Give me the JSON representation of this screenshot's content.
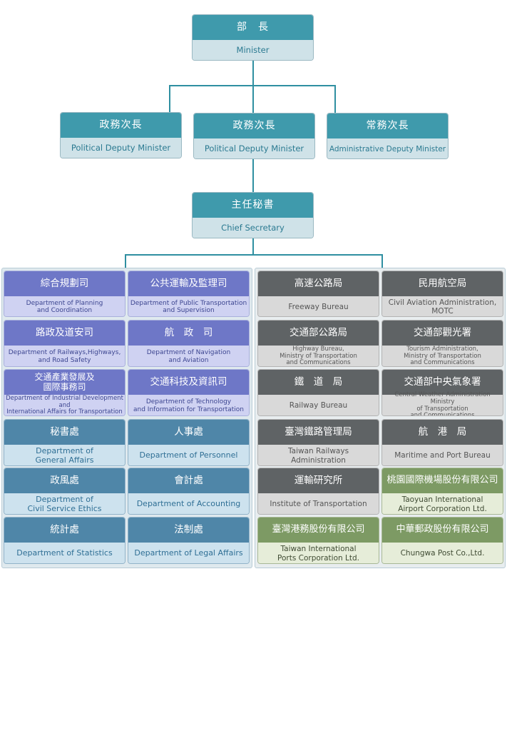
{
  "leadership": {
    "minister": {
      "zh": "部　長",
      "en": "Minister"
    },
    "deputy_1": {
      "zh": "政務次長",
      "en": "Political Deputy Minister"
    },
    "deputy_2": {
      "zh": "政務次長",
      "en": "Political Deputy Minister"
    },
    "admin_deputy": {
      "zh": "常務次長",
      "en": "Administrative Deputy Minister"
    },
    "chief_secretary": {
      "zh": "主任秘書",
      "en": "Chief Secretary"
    }
  },
  "departments": [
    {
      "zh": "綜合規劃司",
      "en": "Department of Planning\nand Coordination",
      "style": "purple"
    },
    {
      "zh": "公共運輸及監理司",
      "en": "Department of Public Transportation\nand Supervision",
      "style": "purple"
    },
    {
      "zh": "路政及道安司",
      "en": "Department of Railways,Highways,\nand Road Safety",
      "style": "purple"
    },
    {
      "zh": "航　政　司",
      "en": "Department of Navigation\nand Aviation",
      "style": "purple"
    },
    {
      "zh": "交通產業發展及\n國際事務司",
      "en": "Department of Industrial Development\nand\nInternational Affairs for Transportation",
      "style": "purple"
    },
    {
      "zh": "交通科技及資訊司",
      "en": "Department of Technology\nand Information for Transportation",
      "style": "purple"
    },
    {
      "zh": "秘書處",
      "en": "Department of\nGeneral Affairs",
      "style": "blue"
    },
    {
      "zh": "人事處",
      "en": "Department of Personnel",
      "style": "blue"
    },
    {
      "zh": "政風處",
      "en": "Department of\nCivil Service Ethics",
      "style": "blue"
    },
    {
      "zh": "會計處",
      "en": "Department of Accounting",
      "style": "blue"
    },
    {
      "zh": "統計處",
      "en": "Department of Statistics",
      "style": "blue"
    },
    {
      "zh": "法制處",
      "en": "Department of Legal Affairs",
      "style": "blue"
    }
  ],
  "agencies": [
    {
      "zh": "高速公路局",
      "en": "Freeway Bureau",
      "style": "gray"
    },
    {
      "zh": "民用航空局",
      "en": "Civil Aviation Administration,\nMOTC",
      "style": "gray"
    },
    {
      "zh": "交通部公路局",
      "en": "Highway Bureau,\nMinistry of Transportation\nand Communications",
      "style": "gray"
    },
    {
      "zh": "交通部觀光署",
      "en": "Tourism Administration,\nMinistry of Transportation\nand Communications",
      "style": "gray"
    },
    {
      "zh": "鐵　道　局",
      "en": "Railway Bureau",
      "style": "gray"
    },
    {
      "zh": "交通部中央氣象署",
      "en": "Central Weather Administration Ministry\nof Transportation\nand Communications",
      "style": "gray"
    },
    {
      "zh": "臺灣鐵路管理局",
      "en": "Taiwan Railways Administration",
      "style": "gray"
    },
    {
      "zh": "航　港　局",
      "en": "Maritime and Port Bureau",
      "style": "gray"
    },
    {
      "zh": "運輸研究所",
      "en": "Institute of Transportation",
      "style": "gray"
    },
    {
      "zh": "桃園國際機場股份有限公司",
      "en": "Taoyuan International\nAirport Corporation Ltd.",
      "style": "green"
    },
    {
      "zh": "臺灣港務股份有限公司",
      "en": "Taiwan International\nPorts Corporation Ltd.",
      "style": "green"
    },
    {
      "zh": "中華郵政股份有限公司",
      "en": "Chungwa Post Co.,Ltd.",
      "style": "green"
    }
  ]
}
